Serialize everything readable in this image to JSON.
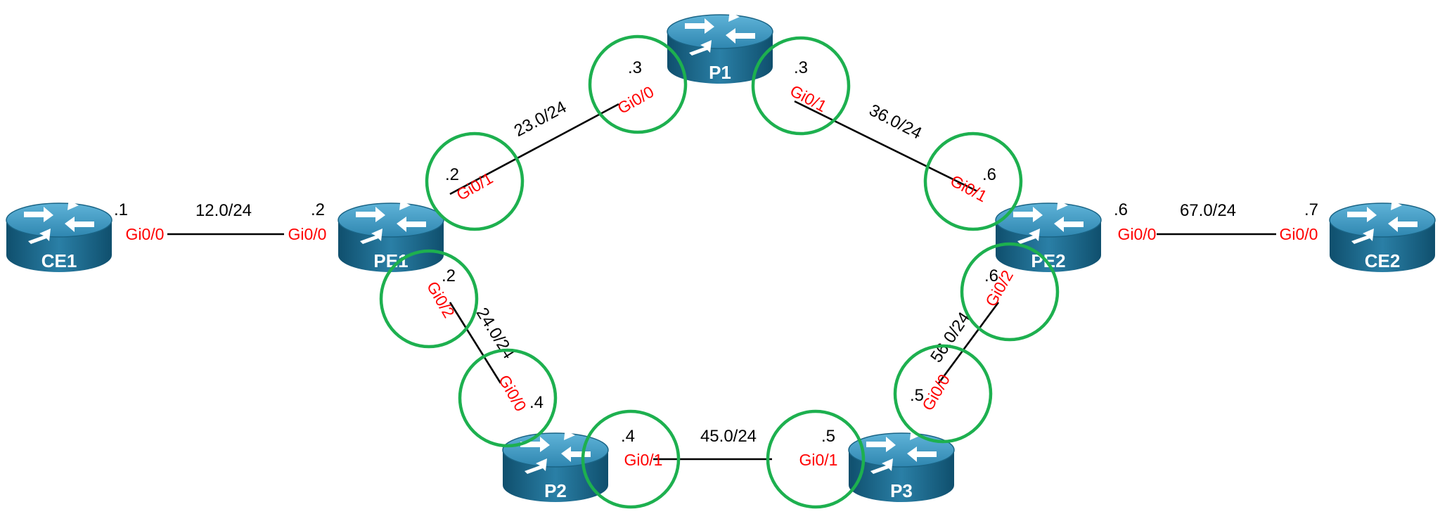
{
  "routers": {
    "ce1": "CE1",
    "pe1": "PE1",
    "p1": "P1",
    "p2": "P2",
    "p3": "P3",
    "pe2": "PE2",
    "ce2": "CE2"
  },
  "networks": {
    "ce1_pe1": "12.0/24",
    "pe1_p1": "23.0/24",
    "p1_pe2": "36.0/24",
    "pe2_ce2": "67.0/24",
    "pe1_p2": "24.0/24",
    "p2_p3": "45.0/24",
    "p3_pe2": "56.0/24"
  },
  "interfaces": {
    "ce1_gi00": "Gi0/0",
    "pe1_gi00": "Gi0/0",
    "pe1_gi01": "Gi0/1",
    "pe1_gi02": "Gi0/2",
    "p1_gi00": "Gi0/0",
    "p1_gi01": "Gi0/1",
    "pe2_gi01": "Gi0/1",
    "pe2_gi00": "Gi0/0",
    "pe2_gi02": "Gi0/2",
    "ce2_gi00": "Gi0/0",
    "p2_gi00": "Gi0/0",
    "p2_gi01": "Gi0/1",
    "p3_gi01": "Gi0/1",
    "p3_gi00": "Gi0/0"
  },
  "ips": {
    "ce1_gi00": ".1",
    "pe1_gi00": ".2",
    "pe1_gi01": ".2",
    "pe1_gi02": ".2",
    "p1_gi00": ".3",
    "p1_gi01": ".3",
    "pe2_gi01": ".6",
    "pe2_gi00": ".6",
    "pe2_gi02": ".6",
    "ce2_gi00": ".7",
    "p2_gi00": ".4",
    "p2_gi01": ".4",
    "p3_gi01": ".5",
    "p3_gi00": ".5"
  },
  "colors": {
    "router_body": "#1f6f94",
    "router_top": "#3c94bd",
    "interface_text": "#ff0000",
    "highlight": "#1db04f"
  }
}
